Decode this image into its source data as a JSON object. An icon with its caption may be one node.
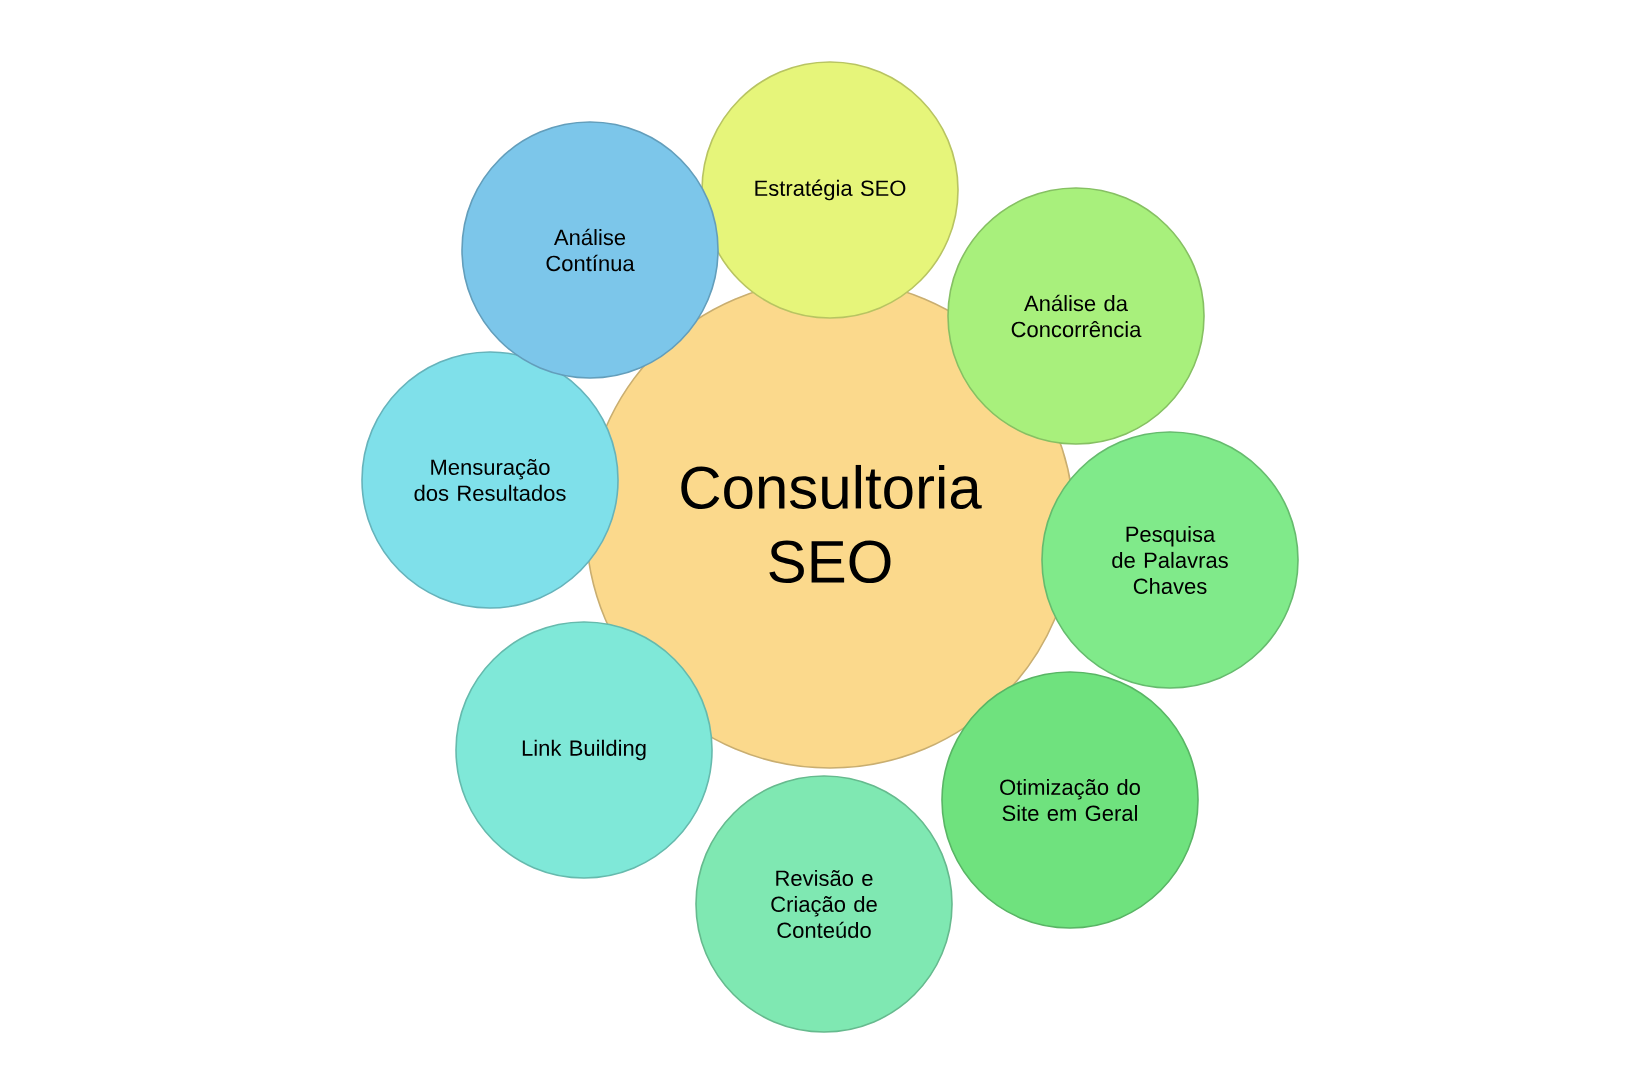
{
  "diagram": {
    "nodes": [
      {
        "text": [
          "Consultoria SEO"
        ]
      },
      {
        "text": [
          "Estratégia SEO"
        ]
      },
      {
        "text": [
          "Análise da Concorrência"
        ]
      },
      {
        "text": [
          "Pesquisa de Palavras Chaves"
        ]
      },
      {
        "text": [
          "Otimização do Site em Geral"
        ]
      },
      {
        "text": [
          "Revisão e Criação de Conteúdo"
        ]
      },
      {
        "text": [
          "Link Building"
        ]
      },
      {
        "text": [
          "Mensuração dos Resultados"
        ]
      },
      {
        "text": [
          "Análise Contínua"
        ]
      }
    ]
  }
}
